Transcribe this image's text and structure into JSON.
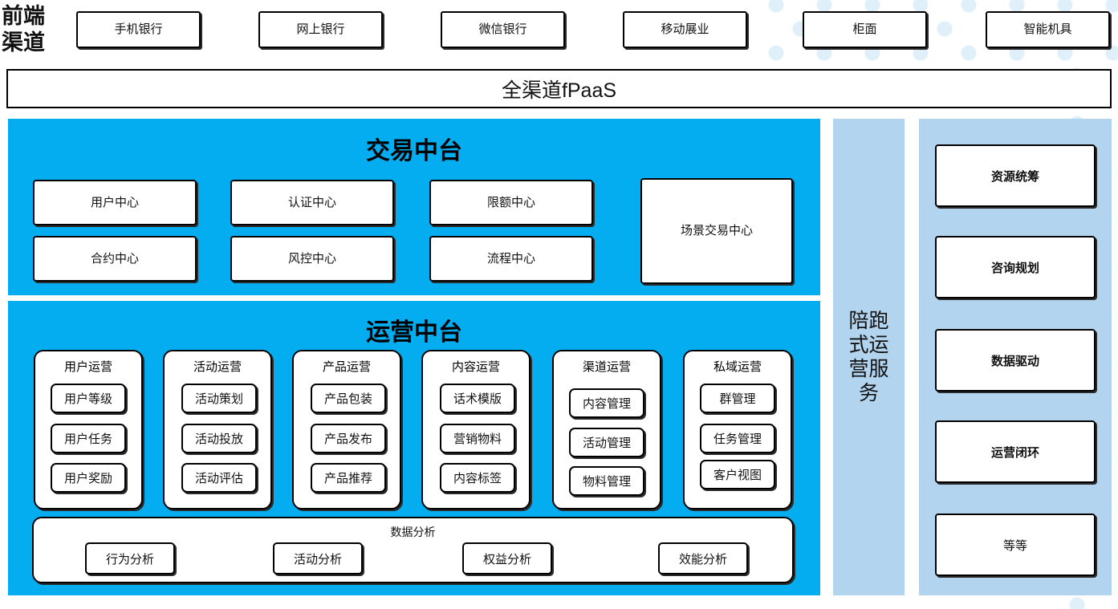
{
  "colors": {
    "cyan_panel": "#03ADF0",
    "light_blue_panel": "#b3d4ef",
    "dot_pattern": "#dff0fb",
    "box_border": "#000000",
    "box_fill": "#ffffff"
  },
  "frontend_channel": {
    "label": "前端\n渠道",
    "label_line1": "前端",
    "label_line2": "渠道",
    "channels": [
      {
        "label": "手机银行"
      },
      {
        "label": "网上银行"
      },
      {
        "label": "微信银行"
      },
      {
        "label": "移动展业"
      },
      {
        "label": "柜面"
      },
      {
        "label": "智能机具"
      }
    ]
  },
  "fpaas_bar": {
    "label": "全渠道fPaaS"
  },
  "transaction_platform": {
    "title": "交易中台",
    "row1": [
      {
        "label": "用户中心"
      },
      {
        "label": "认证中心"
      },
      {
        "label": "限额中心"
      }
    ],
    "row2": [
      {
        "label": "合约中心"
      },
      {
        "label": "风控中心"
      },
      {
        "label": "流程中心"
      }
    ],
    "tall_box": {
      "label": "场景交易中心"
    }
  },
  "operation_platform": {
    "title": "运营中台",
    "groups": [
      {
        "title": "用户运营",
        "items": [
          "用户等级",
          "用户任务",
          "用户奖励"
        ]
      },
      {
        "title": "活动运营",
        "items": [
          "活动策划",
          "活动投放",
          "活动评估"
        ]
      },
      {
        "title": "产品运营",
        "items": [
          "产品包装",
          "产品发布",
          "产品推荐"
        ]
      },
      {
        "title": "内容运营",
        "items": [
          "话术模版",
          "营销物料",
          "内容标签"
        ]
      },
      {
        "title": "渠道运营",
        "items": [
          "内容管理",
          "活动管理",
          "物料管理"
        ]
      },
      {
        "title": "私域运营",
        "items": [
          "群管理",
          "任务管理",
          "客户视图"
        ]
      }
    ],
    "analysis": {
      "title": "数据分析",
      "items": [
        "行为分析",
        "活动分析",
        "权益分析",
        "效能分析"
      ]
    }
  },
  "service_strip": {
    "label": "陪跑式运营服务"
  },
  "capability_panel": {
    "items": [
      {
        "label": "资源统筹",
        "bold": true
      },
      {
        "label": "咨询规划",
        "bold": true
      },
      {
        "label": "数据驱动",
        "bold": true
      },
      {
        "label": "运营闭环",
        "bold": true
      },
      {
        "label": "等等",
        "bold": false
      }
    ]
  }
}
